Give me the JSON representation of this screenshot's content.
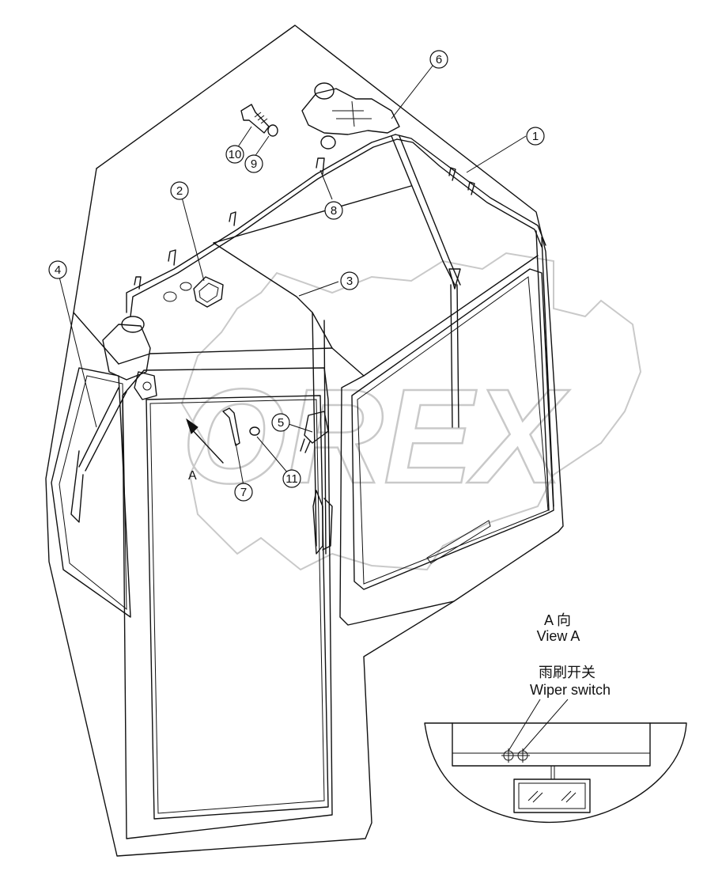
{
  "callouts": [
    "1",
    "2",
    "3",
    "4",
    "5",
    "6",
    "7",
    "8",
    "9",
    "10",
    "11"
  ],
  "view_marker": "A",
  "view_a": {
    "cn": "A 向",
    "en": "View A"
  },
  "wiper_switch": {
    "cn": "雨刷开关",
    "en": "Wiper switch"
  },
  "watermark": "OREX",
  "colors": {
    "line": "#111111",
    "watermark": "#c9c9c9",
    "background": "#ffffff"
  }
}
